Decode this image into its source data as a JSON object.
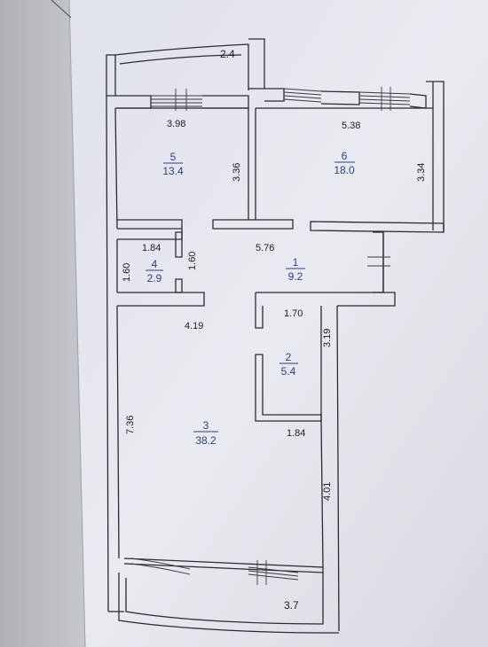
{
  "plan": {
    "balcony_top": {
      "area": "2.4"
    },
    "balcony_bottom": {
      "area": "3.7"
    },
    "rooms": [
      {
        "id": "r1",
        "number": "1",
        "area": "9.2"
      },
      {
        "id": "r2",
        "number": "2",
        "area": "5.4"
      },
      {
        "id": "r3",
        "number": "3",
        "area": "38.2"
      },
      {
        "id": "r4",
        "number": "4",
        "area": "2.9"
      },
      {
        "id": "r5",
        "number": "5",
        "area": "13.4"
      },
      {
        "id": "r6",
        "number": "6",
        "area": "18.0"
      }
    ],
    "dimensions": {
      "d_398": "3.98",
      "d_538": "5.38",
      "d_336": "3.36",
      "d_334": "3.34",
      "d_184a": "1.84",
      "d_160a": "1.60",
      "d_160b": "1.60",
      "d_576": "5.76",
      "d_419": "4.19",
      "d_170": "1.70",
      "d_319": "3.19",
      "d_736": "7.36",
      "d_184b": "1.84",
      "d_401": "4.01"
    }
  }
}
